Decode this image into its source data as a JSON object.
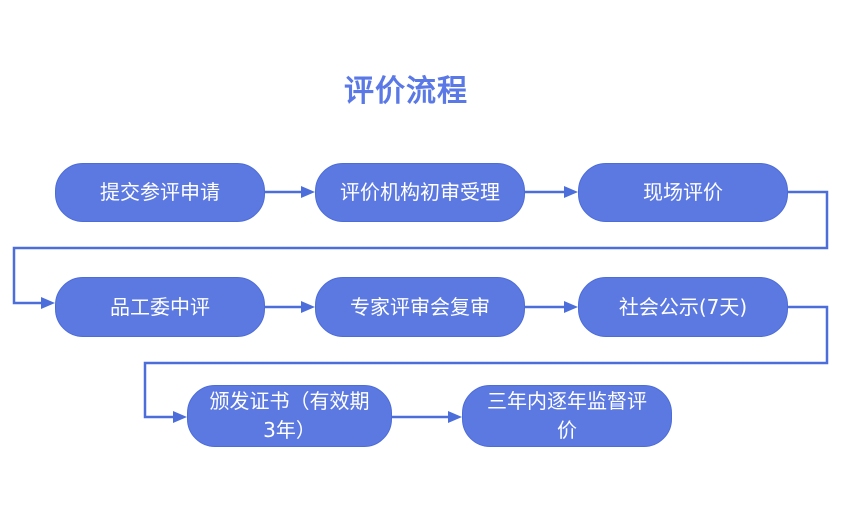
{
  "title": "评价流程",
  "colors": {
    "node_fill": "#5C79E2",
    "node_border": "#4C6CD9",
    "connector": "#4C6EDB",
    "title": "#5A78E6"
  },
  "flow": {
    "nodes": [
      {
        "id": "submit-application",
        "label": "提交参评申请"
      },
      {
        "id": "agency-initial-review",
        "label": "评价机构初审受理"
      },
      {
        "id": "onsite-evaluation",
        "label": "现场评价"
      },
      {
        "id": "committee-mid-evaluation",
        "label": "品工委中评"
      },
      {
        "id": "expert-review",
        "label": "专家评审会复审"
      },
      {
        "id": "public-announcement",
        "label": "社会公示(7天)"
      },
      {
        "id": "certificate-issuance",
        "label": "颁发证书（有效期\n3年）"
      },
      {
        "id": "annual-supervision",
        "label": "三年内逐年监督评\n价"
      }
    ],
    "edges": [
      {
        "from": "submit-application",
        "to": "agency-initial-review"
      },
      {
        "from": "agency-initial-review",
        "to": "onsite-evaluation"
      },
      {
        "from": "onsite-evaluation",
        "to": "committee-mid-evaluation"
      },
      {
        "from": "committee-mid-evaluation",
        "to": "expert-review"
      },
      {
        "from": "expert-review",
        "to": "public-announcement"
      },
      {
        "from": "public-announcement",
        "to": "certificate-issuance"
      },
      {
        "from": "certificate-issuance",
        "to": "annual-supervision"
      }
    ]
  }
}
